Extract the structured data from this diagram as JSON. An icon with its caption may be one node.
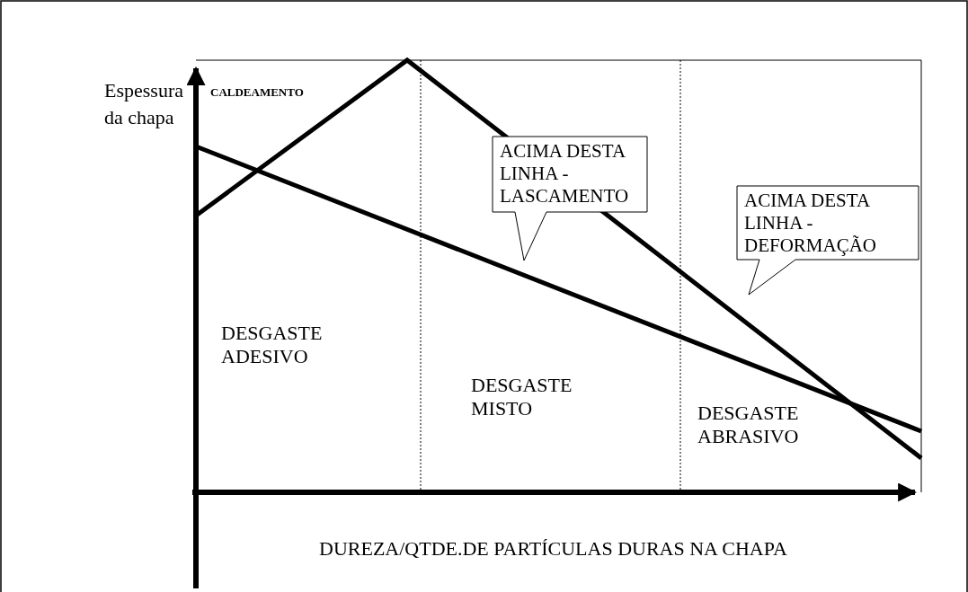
{
  "diagram": {
    "nodes": [
      {
        "text": [
          "ACIMA DESTA LINHA - LASCAMENTO"
        ]
      },
      {
        "text": [
          "ACIMA DESTA LINHA - DEFORMAÇÃO"
        ]
      }
    ],
    "labels": [
      "Espessura da chapa",
      "CALDEAMENTO",
      "DESGASTE ADESIVO",
      "DESGASTE MISTO",
      "DESGASTE ABRASIVO",
      "DUREZA/QTDE.DE PARTÍCULAS DURAS NA CHAPA"
    ]
  }
}
